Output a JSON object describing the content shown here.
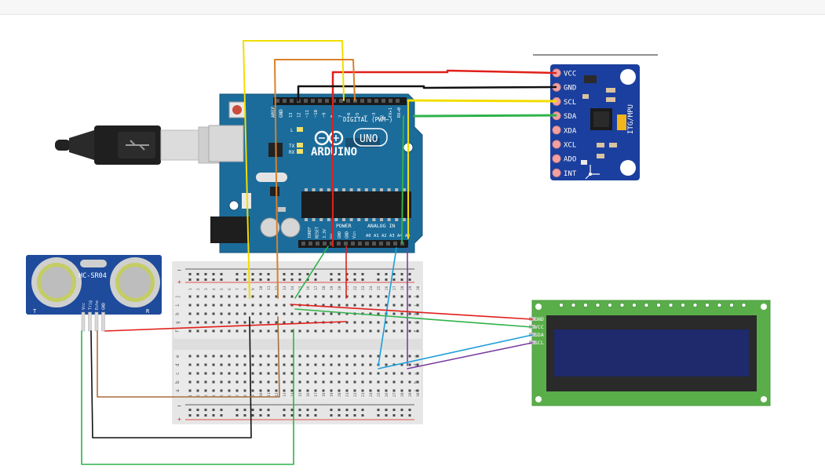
{
  "arduino": {
    "aref": "AREF",
    "gnd": "GND",
    "digital_label": "DIGITAL (PWM~)",
    "brand": "ARDUINO",
    "model": "UNO",
    "tx": "TX",
    "rx": "RX",
    "l": "L",
    "power_label": "POWER",
    "analog_label": "ANALOG IN",
    "digital_pins": [
      "13",
      "12",
      "~11",
      "~10",
      "~9",
      "8",
      "7",
      "~6",
      "~5",
      "4",
      "~3",
      "2",
      "TX▸1",
      "RX◂0"
    ],
    "power_pins": [
      "IOREF",
      "RESET",
      "3.3V",
      "5V",
      "GND",
      "GND",
      "Vin"
    ],
    "analog_pins": [
      "A0",
      "A1",
      "A2",
      "A3",
      "A4",
      "A5"
    ]
  },
  "mpu": {
    "title": "ITG/MPU",
    "pins": [
      "VCC",
      "GND",
      "SCL",
      "SDA",
      "XDA",
      "XCL",
      "ADO",
      "INT"
    ]
  },
  "ultrasonic": {
    "model": "HC-SR04",
    "t": "T",
    "r": "R",
    "pins": [
      "Vcc",
      "Trig",
      "Echo",
      "GND"
    ]
  },
  "lcd": {
    "pins": [
      "GND",
      "VCC",
      "SDA",
      "SCL"
    ]
  },
  "breadboard": {
    "plus": "+",
    "minus": "−",
    "row_letters_top": [
      "j",
      "i",
      "h",
      "g",
      "f"
    ],
    "row_letters_bottom": [
      "e",
      "d",
      "c",
      "b",
      "a"
    ],
    "col_numbers": [
      "1",
      "2",
      "3",
      "4",
      "5",
      "6",
      "7",
      "8",
      "9",
      "10",
      "11",
      "12",
      "13",
      "14",
      "15",
      "16",
      "17",
      "18",
      "19",
      "20",
      "21",
      "22",
      "23",
      "24",
      "25",
      "26",
      "27",
      "28",
      "29",
      "30"
    ]
  },
  "colors": {
    "red": "#e0201b",
    "black": "#111111",
    "yellow": "#f2dd00",
    "green": "#2fb34a",
    "orange": "#d9812b",
    "brown": "#a86f3c",
    "blue": "#1c9fd8",
    "purple": "#7b3fa0",
    "board_blue": "#1b6c9b",
    "mpu_blue": "#1b3f9e",
    "lcd_green": "#5aae4a",
    "lcd_screen": "#1e2a6c",
    "sonar_blue": "#1e4b9b"
  }
}
